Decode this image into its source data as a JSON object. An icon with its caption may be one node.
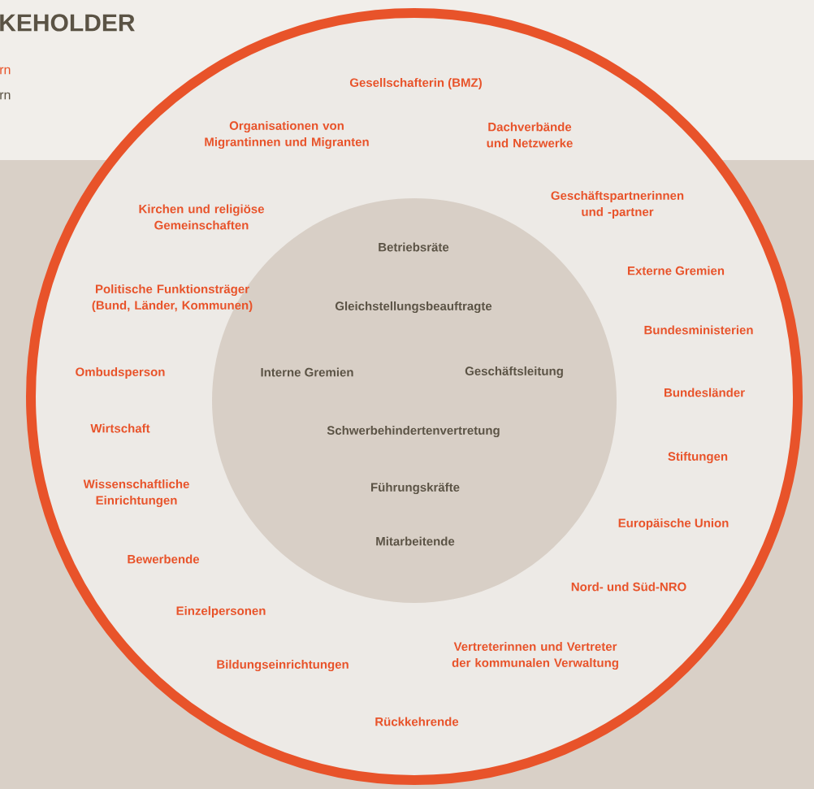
{
  "diagram": {
    "title": "KEHOLDER",
    "nodes": [
      {
        "text": [
          "Gesellschafterin (BMZ)",
          "Organisationen von Migrantinnen und Migranten",
          "Dachverbände und Netzwerke",
          "Kirchen und religiöse Gemeinschaften",
          "Geschäftspartnerinnen und -partner",
          "Externe Gremien",
          "Politische Funktionsträger (Bund, Länder, Kommunen)",
          "Bundesministerien",
          "Ombudsperson",
          "Bundesländer",
          "Wirtschaft",
          "Stiftungen",
          "Wissenschaftliche Einrichtungen",
          "Europäische Union",
          "Bewerbende",
          "Nord- und Süd-NRO",
          "Einzelpersonen",
          "Bildungseinrichtungen",
          "Vertreterinnen und Vertreter der kommunalen Verwaltung",
          "Rückkehrende"
        ]
      },
      {
        "text": [
          "Betriebsräte",
          "Gleichstellungsbeauftragte",
          "Interne Gremien",
          "Geschäftsleitung",
          "Schwerbehindertenvertretung",
          "Führungskräfte",
          "Mitarbeitende"
        ],
        "in": 0
      }
    ],
    "labels": [
      "rn",
      "rn"
    ]
  }
}
